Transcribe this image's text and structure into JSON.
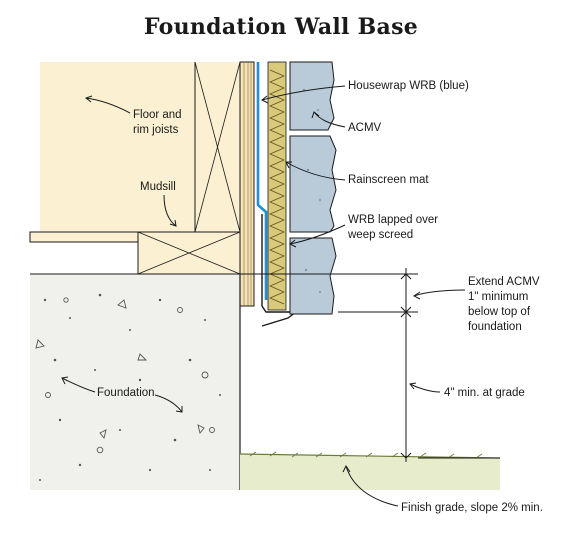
{
  "title": "Foundation Wall Base",
  "labels": {
    "housewrap": "Housewrap WRB (blue)",
    "acmv": "ACMV",
    "rainscreen": "Rainscreen mat",
    "wrb_line1": "WRB lapped over",
    "wrb_line2": "weep screed",
    "floor_line1": "Floor and",
    "floor_line2": "rim joists",
    "mudsill": "Mudsill",
    "extend_line1": "Extend ACMV",
    "extend_line2": "1\" minimum",
    "extend_line3": "below top of",
    "extend_line4": "foundation",
    "grade_min": "4\" min. at grade",
    "foundation": "Foundation",
    "finish_grade": "Finish grade, slope  2% min."
  },
  "colors": {
    "framing": "#fbf0d2",
    "wrb_blue": "#1f8fd6",
    "acmv_stone": "#b9cbd9",
    "rainscreen": "#d9c97a",
    "concrete": "#f0f0ec",
    "grade": "#e7eccd"
  }
}
